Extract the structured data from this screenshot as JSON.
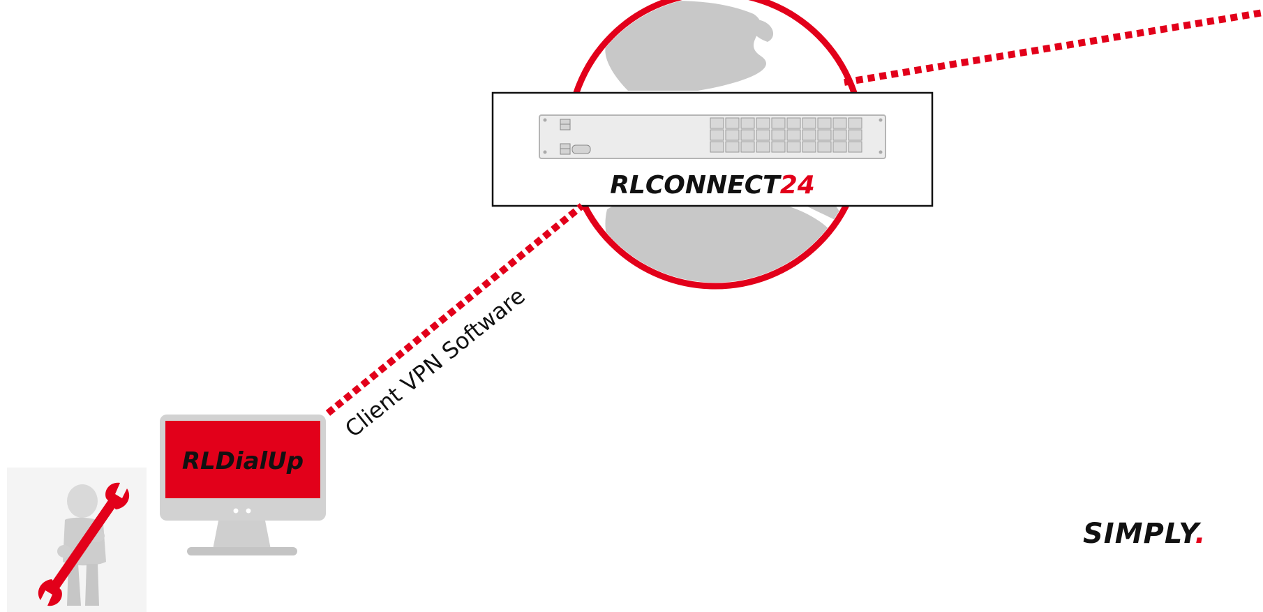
{
  "router": {
    "name_main": "RLCONNECT",
    "name_accent": "24"
  },
  "connection": {
    "label": "Client VPN Software"
  },
  "client": {
    "label": "RLDialUp"
  },
  "brand": {
    "text": "SIMPLY",
    "accent": "."
  },
  "colors": {
    "accent": "#e2001a",
    "globe_land": "#c8c8c8",
    "monitor_frame": "#d2d2d2",
    "monitor_screen": "#e2001a"
  },
  "icons": [
    "globe-icon",
    "network-switch-icon",
    "monitor-icon",
    "technician-with-wrench-icon"
  ]
}
